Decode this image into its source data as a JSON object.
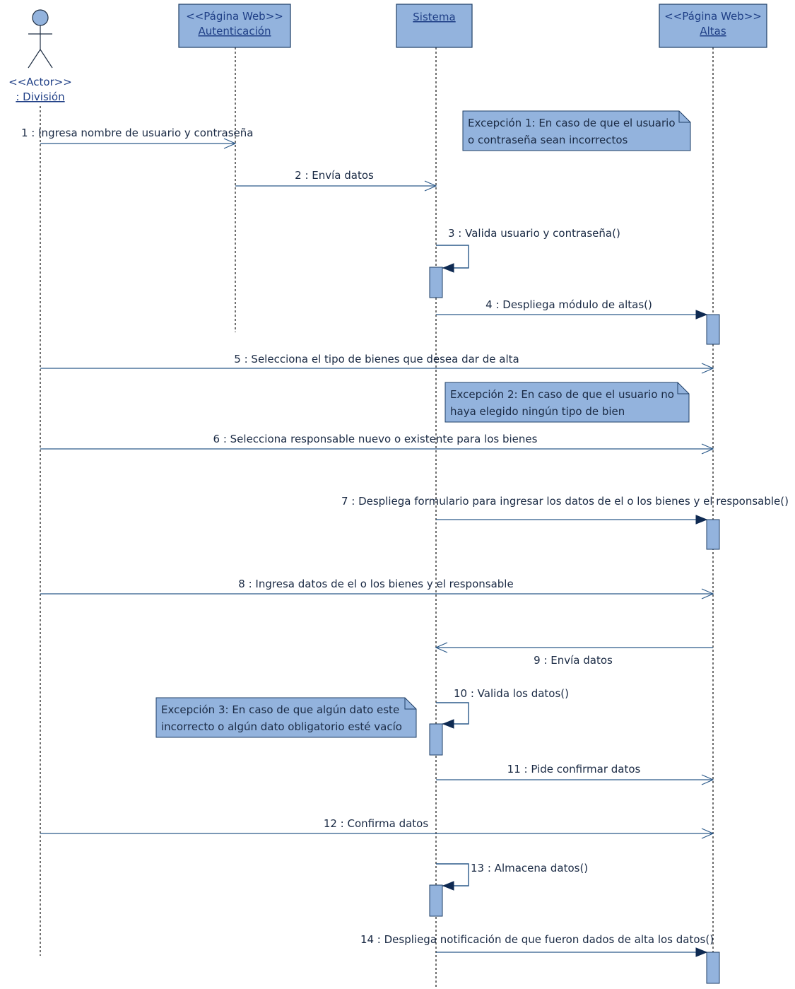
{
  "lifelines": [
    {
      "id": "actor",
      "stereotype": "<<Actor>>",
      "name": ": División",
      "kind": "actor"
    },
    {
      "id": "auth",
      "stereotype": "<<Página Web>>",
      "name": "Autenticación",
      "kind": "box"
    },
    {
      "id": "sistema",
      "stereotype": "",
      "name": "Sistema",
      "kind": "box"
    },
    {
      "id": "altas",
      "stereotype": "<<Página Web>>",
      "name": "Altas",
      "kind": "box"
    }
  ],
  "messages": [
    {
      "label": "1 : Ingresa nombre de usuario y contraseña",
      "from": "actor",
      "to": "auth",
      "type": "async"
    },
    {
      "label": "2 : Envía datos",
      "from": "auth",
      "to": "sistema",
      "type": "async"
    },
    {
      "label": "3 : Valida usuario y contraseña()",
      "from": "sistema",
      "to": "sistema",
      "type": "self"
    },
    {
      "label": "4 : Despliega módulo de altas()",
      "from": "sistema",
      "to": "altas",
      "type": "sync"
    },
    {
      "label": "5 : Selecciona el tipo de bienes que desea dar de alta",
      "from": "actor",
      "to": "altas",
      "type": "async"
    },
    {
      "label": "6 : Selecciona responsable nuevo o existente para los bienes",
      "from": "actor",
      "to": "altas",
      "type": "async"
    },
    {
      "label": "7 : Despliega formulario para ingresar los datos de el o los bienes y el responsable()",
      "from": "sistema",
      "to": "altas",
      "type": "sync"
    },
    {
      "label": "8 : Ingresa datos de el o los bienes y el responsable",
      "from": "actor",
      "to": "altas",
      "type": "async"
    },
    {
      "label": "9 : Envía datos",
      "from": "altas",
      "to": "sistema",
      "type": "async"
    },
    {
      "label": "10 : Valida los datos()",
      "from": "sistema",
      "to": "sistema",
      "type": "self"
    },
    {
      "label": "11 : Pide confirmar datos",
      "from": "sistema",
      "to": "altas",
      "type": "async"
    },
    {
      "label": "12 : Confirma datos",
      "from": "actor",
      "to": "altas",
      "type": "async"
    },
    {
      "label": "13 : Almacena datos()",
      "from": "sistema",
      "to": "sistema",
      "type": "self"
    },
    {
      "label": "14 : Despliega notificación de que fueron dados de alta los datos()",
      "from": "sistema",
      "to": "altas",
      "type": "sync"
    }
  ],
  "notes": [
    {
      "lines": [
        "Excepción 1: En caso de que el usuario",
        "o contraseña sean incorrectos"
      ]
    },
    {
      "lines": [
        "Excepción 2: En caso de que el usuario no",
        "haya elegido ningún tipo de bien"
      ]
    },
    {
      "lines": [
        "Excepción 3: En caso de que algún dato este",
        "incorrecto o algún dato obligatorio esté vacío"
      ]
    }
  ],
  "colors": {
    "fill": "#93b3dd",
    "stroke": "#1f3f66",
    "line": "#2c5a8a",
    "text": "#1a2a44",
    "link": "#1f3f86"
  }
}
